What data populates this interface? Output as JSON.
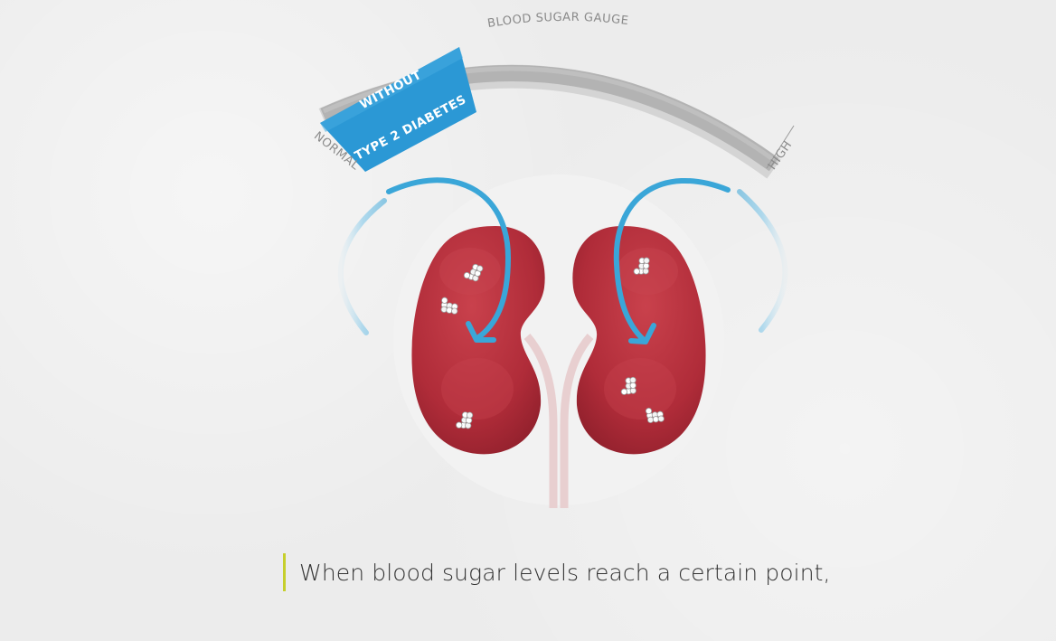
{
  "gauge": {
    "title": "BLOOD SUGAR GAUGE",
    "low_label": "NORMAL",
    "high_label": "HIGH",
    "status_line1": "WITHOUT",
    "status_line2": "TYPE 2 DIABETES",
    "level_fraction": 0.3
  },
  "caption": {
    "text": "When blood sugar levels reach a certain point,"
  },
  "colors": {
    "kidney": "#b5303c",
    "arrow": "#3aa6d8",
    "badge": "#2a97d4",
    "gauge_track": "#b3b3b3",
    "caption_accent": "#c6cf2c"
  },
  "icons": {
    "left_kidney": "kidney-icon",
    "right_kidney": "kidney-icon",
    "sugar": "sugar-cluster-icon",
    "flow_arrow": "curved-arrow-icon"
  }
}
